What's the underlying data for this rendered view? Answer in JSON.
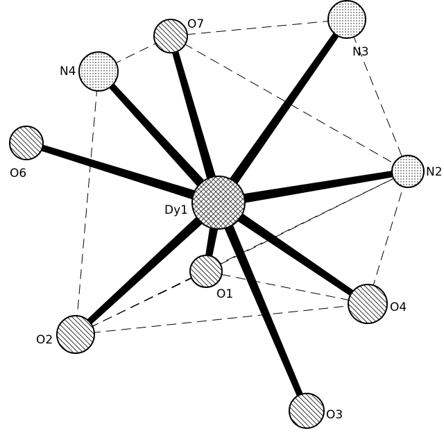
{
  "atoms": [
    {
      "id": "Dy1",
      "label": "Dy1",
      "kind": "center",
      "fill": "crosshatch"
    },
    {
      "id": "O7",
      "label": "O7",
      "kind": "oxygen",
      "fill": "hatch"
    },
    {
      "id": "N3",
      "label": "N3",
      "kind": "nitrogen",
      "fill": "dots"
    },
    {
      "id": "N4",
      "label": "N4",
      "kind": "nitrogen",
      "fill": "dots"
    },
    {
      "id": "O6",
      "label": "O6",
      "kind": "oxygen",
      "fill": "hatch"
    },
    {
      "id": "N2",
      "label": "N2",
      "kind": "nitrogen",
      "fill": "dots"
    },
    {
      "id": "O1",
      "label": "O1",
      "kind": "oxygen",
      "fill": "hatch"
    },
    {
      "id": "O4",
      "label": "O4",
      "kind": "oxygen",
      "fill": "hatch"
    },
    {
      "id": "O2",
      "label": "O2",
      "kind": "oxygen",
      "fill": "hatch"
    },
    {
      "id": "O3",
      "label": "O3",
      "kind": "oxygen",
      "fill": "hatch"
    }
  ],
  "bonds": [
    [
      "Dy1",
      "O7"
    ],
    [
      "Dy1",
      "N3"
    ],
    [
      "Dy1",
      "N4"
    ],
    [
      "Dy1",
      "O6"
    ],
    [
      "Dy1",
      "N2"
    ],
    [
      "Dy1",
      "O1"
    ],
    [
      "Dy1",
      "O4"
    ],
    [
      "Dy1",
      "O2"
    ],
    [
      "Dy1",
      "O3"
    ]
  ],
  "polyhedron_edges": [
    [
      "N4",
      "O7"
    ],
    [
      "O7",
      "N3"
    ],
    [
      "O7",
      "N2"
    ],
    [
      "N4",
      "O2"
    ],
    [
      "O2",
      "O1"
    ],
    [
      "O2",
      "O4"
    ],
    [
      "O2",
      "N2"
    ],
    [
      "O1",
      "N2"
    ],
    [
      "O1",
      "O4"
    ],
    [
      "O4",
      "N2"
    ],
    [
      "N3",
      "N2"
    ]
  ],
  "colors": {
    "stroke": "#000000",
    "background": "#ffffff"
  }
}
